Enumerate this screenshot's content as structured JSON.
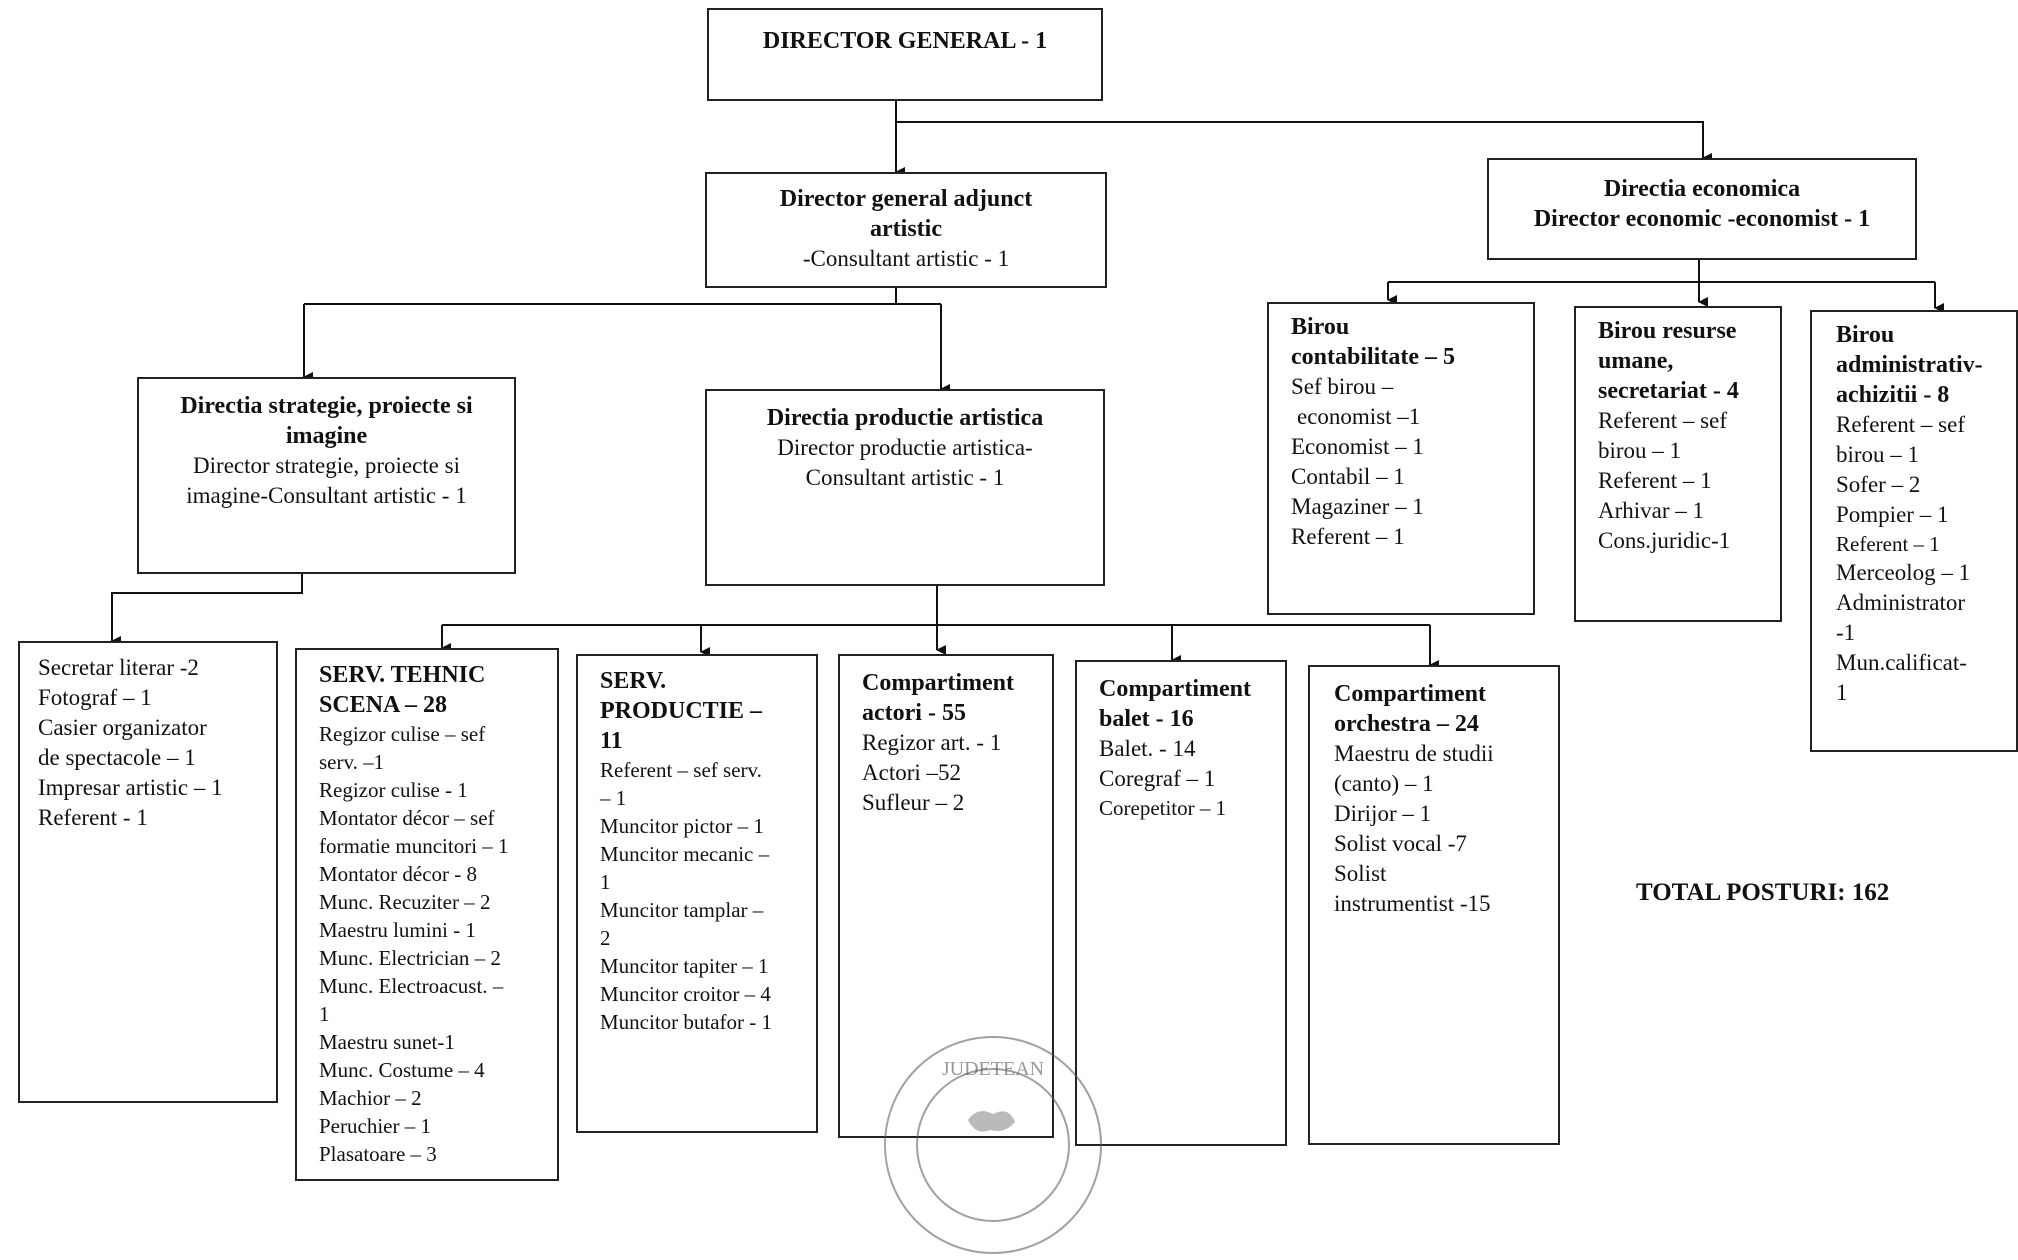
{
  "director_general": {
    "title": "DIRECTOR GENERAL - 1"
  },
  "director_adjunct": {
    "title1": "Director general  adjunct",
    "title2": "artistic",
    "line": "-Consultant artistic - 1"
  },
  "directia_economica": {
    "title1": "Directia economica",
    "title2": "Director economic -economist - 1"
  },
  "directia_strategie": {
    "title1": "Directia strategie, proiecte si",
    "title2": "imagine",
    "line1": "Director strategie, proiecte si",
    "line2": "imagine-Consultant artistic - 1"
  },
  "directia_productie": {
    "title": "Directia productie artistica",
    "line1": "Director productie artistica-",
    "line2": "Consultant artistic - 1"
  },
  "birou_contabilitate": {
    "title1": "Birou",
    "title2": "contabilitate – 5",
    "items": [
      "Sef birou –",
      "economist –1",
      "Economist – 1",
      "Contabil – 1",
      "Magaziner – 1",
      "Referent – 1"
    ]
  },
  "birou_resurse": {
    "title1": "Birou resurse",
    "title2": "umane,",
    "title3": "secretariat -  4",
    "items": [
      "Referent – sef",
      "birou – 1",
      "Referent – 1",
      "Arhivar – 1",
      "Cons.juridic-1"
    ]
  },
  "birou_administrativ": {
    "title1": "Birou",
    "title2": "administrativ-",
    "title3": "achizitii  - 8",
    "items": [
      "Referent – sef",
      "birou – 1",
      "Sofer – 2",
      "Pompier – 1",
      "Referent – 1",
      "Merceolog – 1",
      "Administrator",
      "-1",
      "Mun.calificat-",
      "1"
    ]
  },
  "strategie_staff": {
    "items": [
      "Secretar literar -2",
      "Fotograf – 1",
      "Casier organizator",
      "de spectacole – 1",
      "Impresar artistic – 1",
      "Referent - 1"
    ]
  },
  "serv_tehnic": {
    "title1": "SERV. TEHNIC",
    "title2": "SCENA – 28",
    "items": [
      "Regizor culise – sef",
      "serv. –1",
      "Regizor culise - 1",
      "Montator décor – sef",
      "formatie muncitori – 1",
      "Montator décor - 8",
      "Munc. Recuziter – 2",
      "Maestru lumini - 1",
      "Munc. Electrician – 2",
      "Munc. Electroacust. –",
      "1",
      "Maestru sunet-1",
      "Munc. Costume – 4",
      "Machior – 2",
      "Peruchier – 1",
      "Plasatoare – 3"
    ]
  },
  "serv_productie": {
    "title1": "SERV.",
    "title2": "PRODUCTIE –",
    "title3": "11",
    "items": [
      "Referent – sef serv.",
      "– 1",
      "Muncitor pictor – 1",
      "Muncitor mecanic –",
      "1",
      "Muncitor tamplar –",
      "2",
      "Muncitor tapiter – 1",
      "Muncitor croitor – 4",
      "Muncitor butafor - 1"
    ]
  },
  "comp_actori": {
    "title1": "Compartiment",
    "title2": "actori - 55",
    "items": [
      "Regizor art. - 1",
      "Actori –52",
      "Sufleur – 2"
    ]
  },
  "comp_balet": {
    "title1": "Compartiment",
    "title2": "balet - 16",
    "items": [
      "Balet. - 14",
      "Coregraf – 1",
      "Corepetitor – 1"
    ]
  },
  "comp_orchestra": {
    "title1": "Compartiment",
    "title2": "orchestra – 24",
    "items": [
      "Maestru de studii",
      "(canto) – 1",
      "Dirijor – 1",
      "Solist vocal -7",
      "Solist",
      "instrumentist -15"
    ]
  },
  "total": "TOTAL POSTURI: 162",
  "stamp": {
    "text": "JUDETEAN"
  }
}
